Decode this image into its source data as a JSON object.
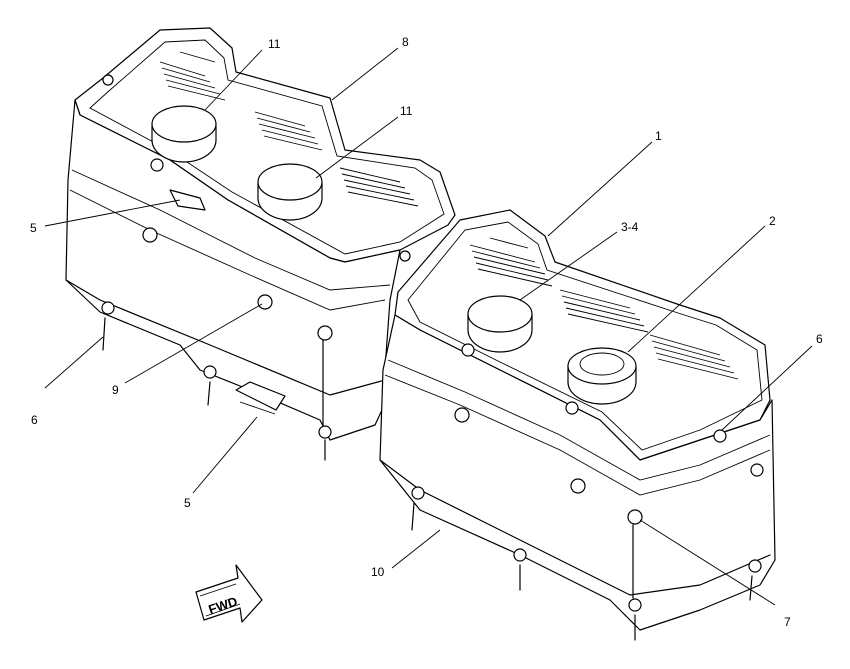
{
  "callouts": [
    {
      "id": "c11a",
      "label": "11"
    },
    {
      "id": "c8",
      "label": "8"
    },
    {
      "id": "c11b",
      "label": "11"
    },
    {
      "id": "c1",
      "label": "1"
    },
    {
      "id": "c34",
      "label": "3-4"
    },
    {
      "id": "c2",
      "label": "2"
    },
    {
      "id": "c5a",
      "label": "5"
    },
    {
      "id": "c6a",
      "label": "6"
    },
    {
      "id": "c9",
      "label": "9"
    },
    {
      "id": "c5b",
      "label": "5"
    },
    {
      "id": "c6b",
      "label": "6"
    },
    {
      "id": "c10",
      "label": "10"
    },
    {
      "id": "c7",
      "label": "7"
    }
  ],
  "direction_arrow": {
    "label": "FWD"
  }
}
